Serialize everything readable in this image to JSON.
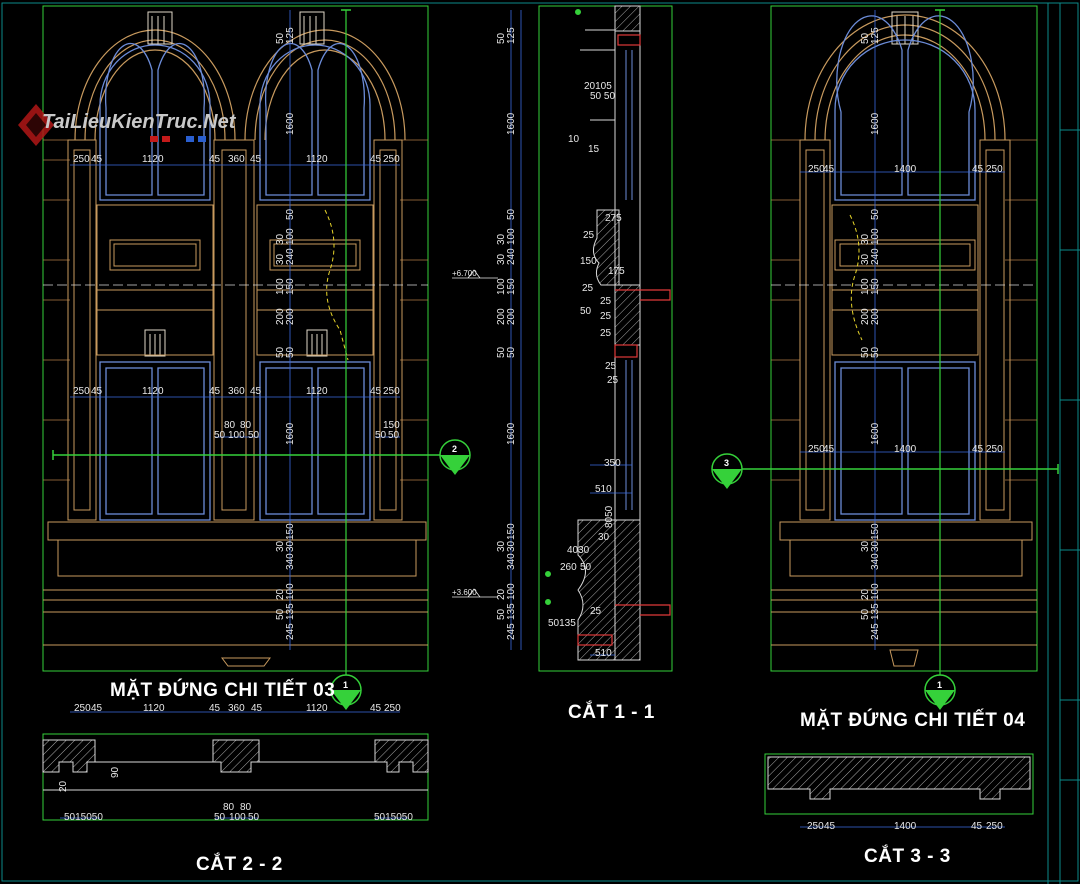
{
  "watermark": "TaiLieuKienTruc.Net",
  "titles": {
    "elev03": "MẶT ĐỨNG CHI TIẾT 03",
    "sec11": "CẮT 1 - 1",
    "elev04": "MẶT ĐỨNG CHI TIẾT 04",
    "sec22": "CẮT 2 - 2",
    "sec33": "CẮT 3 - 3"
  },
  "levels": {
    "top": "+6.700",
    "bottom": "+3.600"
  },
  "markers": {
    "m1": "1",
    "m2": "2",
    "m3": "3"
  },
  "dims": {
    "d250": "250",
    "d45": "45",
    "d1120": "1120",
    "d360": "360",
    "d1600": "1600",
    "d1400": "1400",
    "d80": "80",
    "d50": "50",
    "d100": "100",
    "d150": "150",
    "d30": "30",
    "d240": "240",
    "d200": "200",
    "d340": "340",
    "d20": "20",
    "d135": "135",
    "d245": "245",
    "d125": "125",
    "d275": "275",
    "d175": "175",
    "d25": "25",
    "d10": "10",
    "d15": "15",
    "d350": "350",
    "d510": "510",
    "d4030": "4030",
    "d260": "260",
    "d8050": "8050",
    "d50135": "50135",
    "d501505": "5015050",
    "d201055": "20105",
    "d5050": "50 50",
    "d90": "90"
  }
}
